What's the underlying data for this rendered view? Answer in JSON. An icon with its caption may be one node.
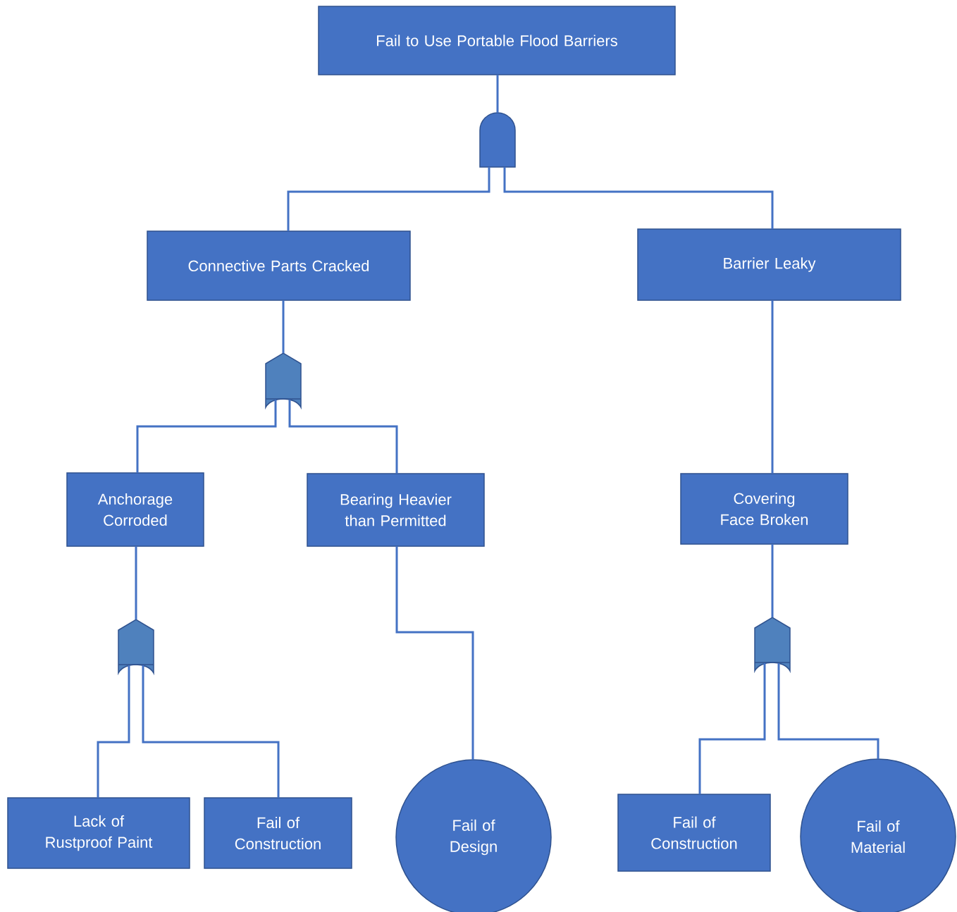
{
  "diagram": {
    "nodes": [
      {
        "text": [
          "Fail to Use Portable Flood Barriers"
        ]
      },
      {
        "text": [],
        "shape": "dome"
      },
      {
        "text": [
          "Connective Parts Cracked"
        ]
      },
      {
        "text": [
          "Barrier Leaky"
        ]
      },
      {
        "text": [],
        "shape": "pentagon"
      },
      {
        "text": [
          "Anchorage Corroded"
        ]
      },
      {
        "text": [
          "Bearing Heavier than Permitted"
        ]
      },
      {
        "text": [
          "Covering Face Broken"
        ]
      },
      {
        "text": [],
        "shape": "pentagon"
      },
      {
        "text": [],
        "shape": "pentagon"
      },
      {
        "text": [
          "Lack of Rustproof Paint"
        ]
      },
      {
        "text": [
          "Fail of Construction"
        ]
      },
      {
        "text": [
          "Fail of Design"
        ]
      },
      {
        "text": [
          "Fail of Construction"
        ]
      },
      {
        "text": [
          "Fail of Material"
        ]
      }
    ],
    "edges": [
      {
        "from": 0,
        "to": 1,
        "arrow": "none"
      },
      {
        "from": 1,
        "to": 2,
        "arrow": "none"
      },
      {
        "from": 1,
        "to": 3,
        "arrow": "none"
      },
      {
        "from": 2,
        "to": 4,
        "arrow": "none"
      },
      {
        "from": 4,
        "to": 5,
        "arrow": "none"
      },
      {
        "from": 4,
        "to": 6,
        "arrow": "none"
      },
      {
        "from": 3,
        "to": 7,
        "arrow": "none"
      },
      {
        "from": 5,
        "to": 8,
        "arrow": "none"
      },
      {
        "from": 6,
        "to": 12,
        "arrow": "none"
      },
      {
        "from": 7,
        "to": 9,
        "arrow": "none"
      },
      {
        "from": 8,
        "to": 10,
        "arrow": "none"
      },
      {
        "from": 8,
        "to": 11,
        "arrow": "none"
      },
      {
        "from": 9,
        "to": 13,
        "arrow": "none"
      },
      {
        "from": 9,
        "to": 14,
        "arrow": "none"
      }
    ]
  }
}
